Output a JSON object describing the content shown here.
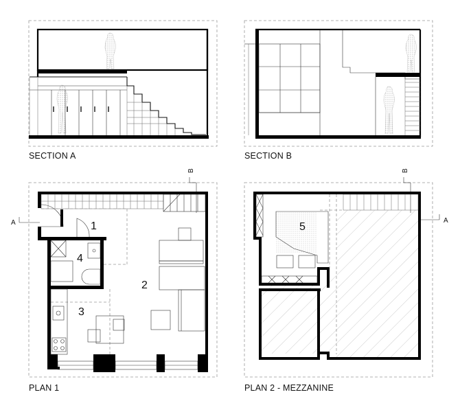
{
  "captions": {
    "section_a": "SECTION A",
    "section_b": "SECTION B",
    "plan_1": "PLAN 1",
    "plan_2": "PLAN 2 - MEZZANINE"
  },
  "markers": {
    "a": "A",
    "b": "B"
  },
  "rooms": {
    "r1": "1",
    "r2": "2",
    "r3": "3",
    "r4": "4",
    "r5": "5"
  }
}
